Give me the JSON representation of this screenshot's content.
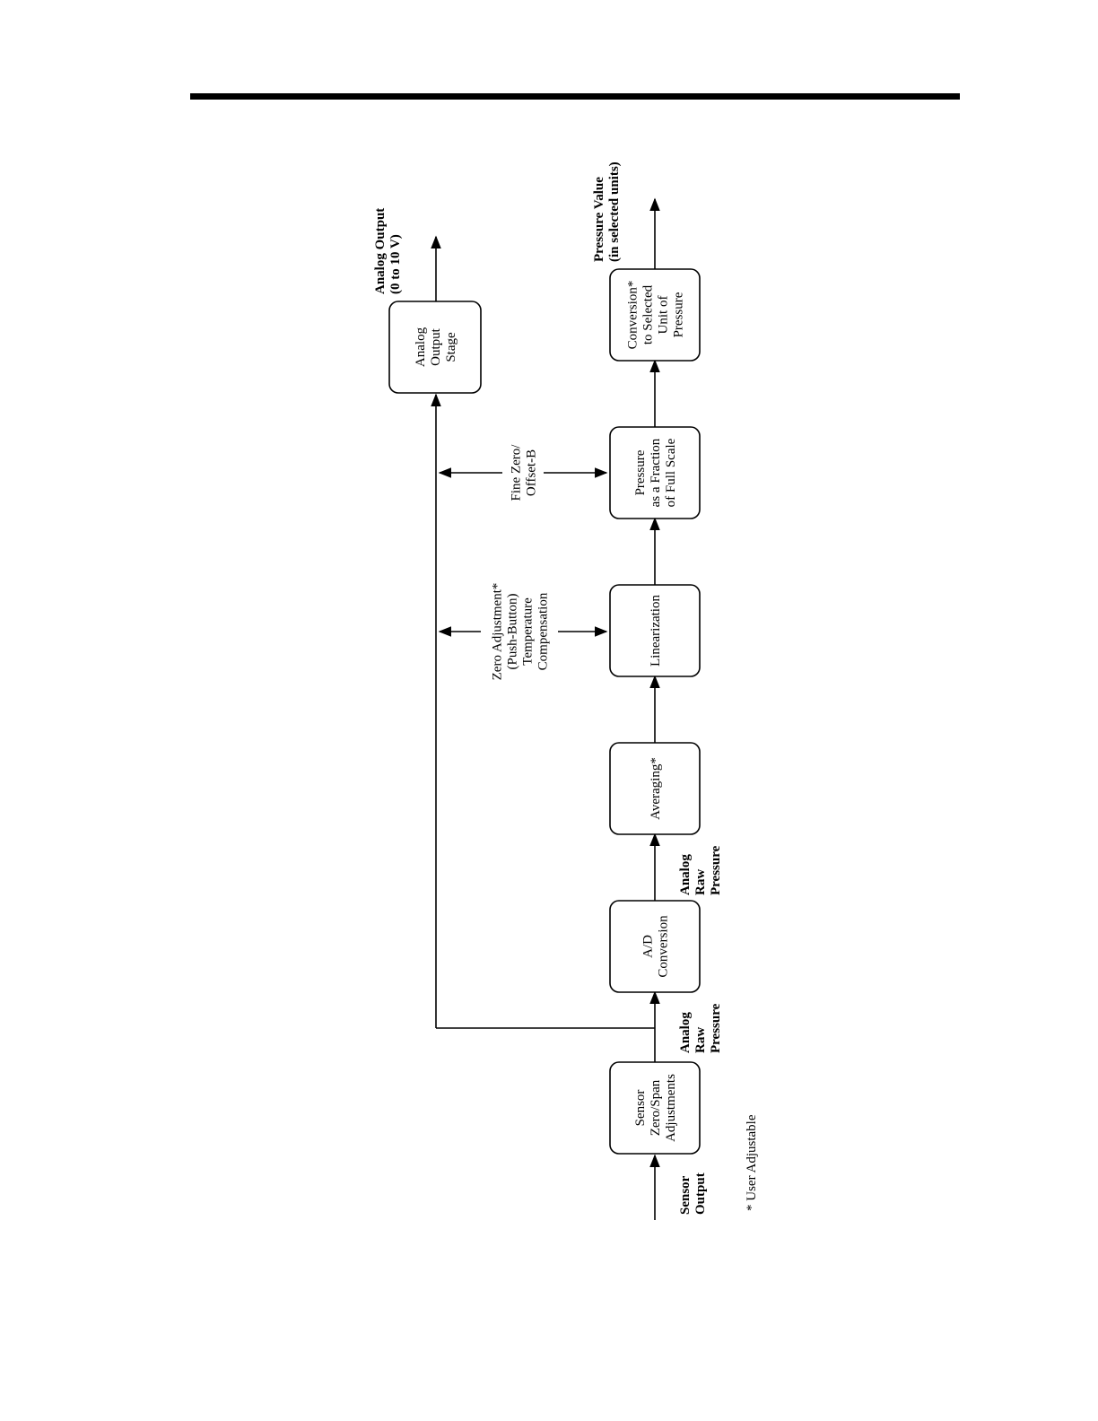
{
  "blocks": {
    "sensor": [
      "Sensor",
      "Zero/Span",
      "Adjustments"
    ],
    "ad": [
      "A/D",
      "Conversion"
    ],
    "averaging": [
      "Averaging*"
    ],
    "linearization": [
      "Linearization"
    ],
    "fraction": [
      "Pressure",
      "as a Fraction",
      "of Full Scale"
    ],
    "conversion": [
      "Conversion*",
      "to Selected",
      "Unit of",
      "Pressure"
    ],
    "analog_stage": [
      "Analog",
      "Output",
      "Stage"
    ]
  },
  "signals": {
    "sensor_output": [
      "Sensor",
      "Output"
    ],
    "analog_raw_1": [
      "Analog",
      "Raw",
      "Pressure"
    ],
    "analog_raw_2": [
      "Analog",
      "Raw",
      "Pressure"
    ],
    "pressure_value": [
      "Pressure Value",
      "(in selected units)"
    ],
    "analog_output": [
      "Analog Output",
      "(0 to 10 V)"
    ]
  },
  "annotations": {
    "zero_adjust": [
      "Zero Adjustment*",
      "(Push-Button)",
      "Temperature",
      "Compensation"
    ],
    "fine_zero": [
      "Fine Zero/",
      "Offset-B"
    ]
  },
  "footnote": "* User Adjustable"
}
